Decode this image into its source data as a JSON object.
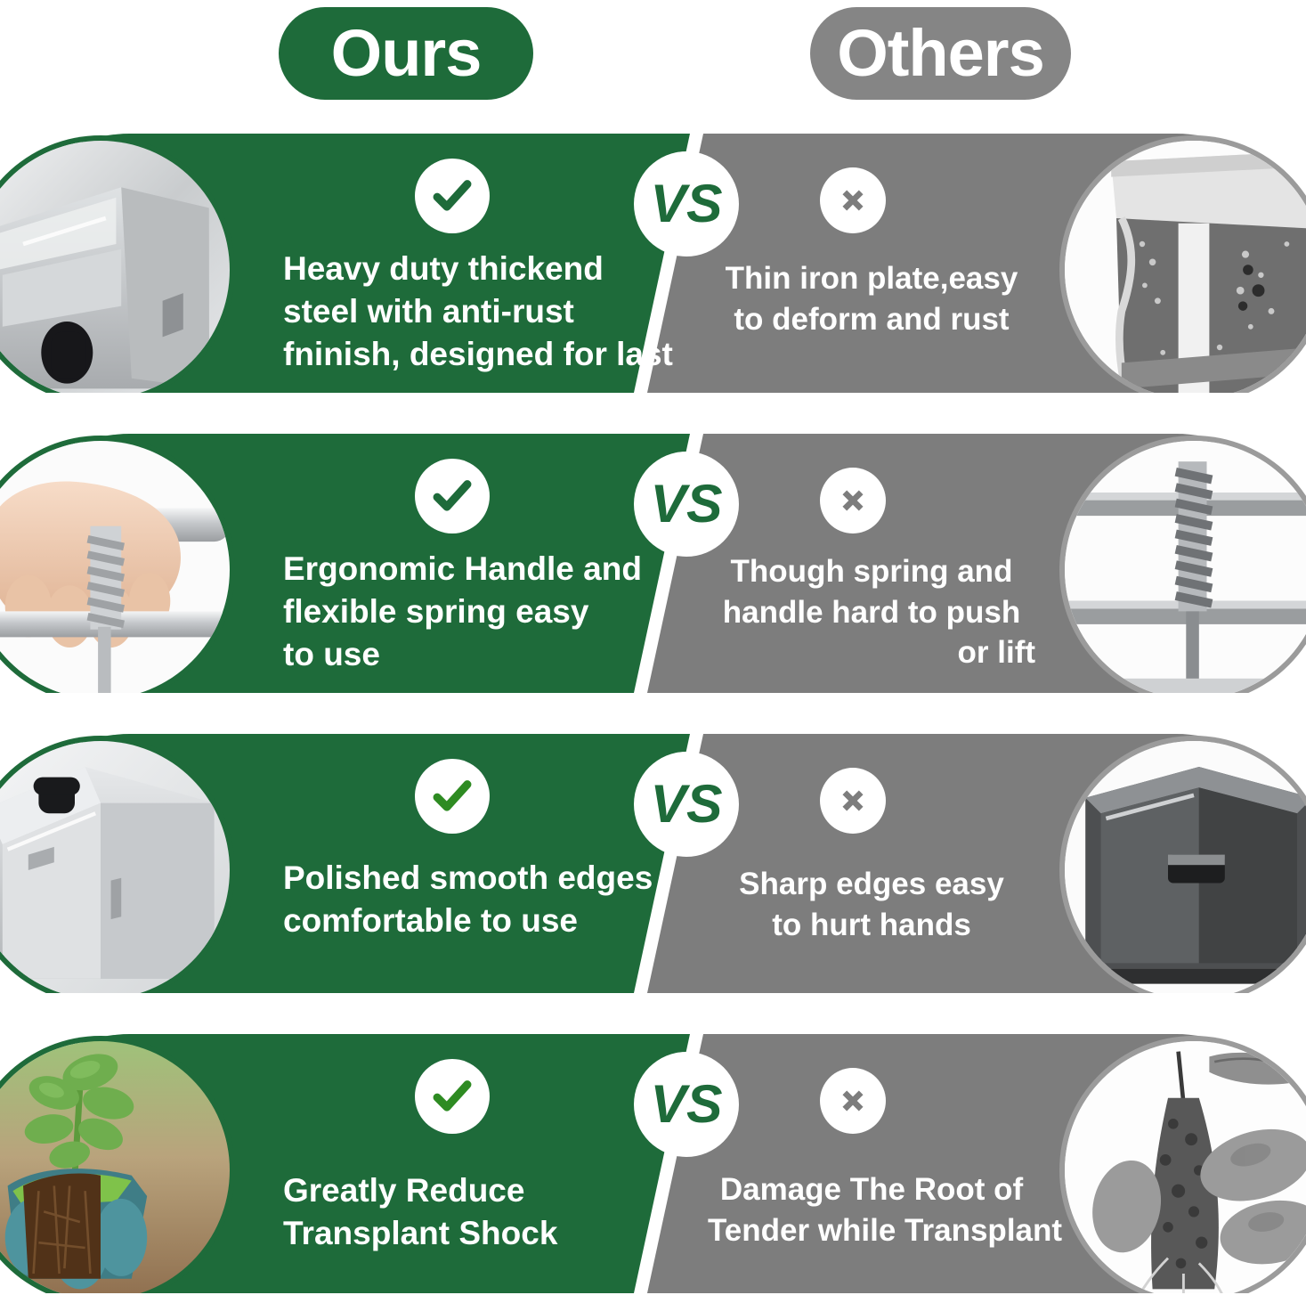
{
  "header": {
    "ours_label": "Ours",
    "others_label": "Others",
    "ours_color": "#1e6b3a",
    "others_color": "#858585"
  },
  "colors": {
    "green_panel": "#1e6b3a",
    "gray_panel": "#7d7d7d",
    "check_dark_green": "#1e6b3a",
    "check_bright_green": "#2e8b22",
    "x_gray": "#7d7d7d",
    "white": "#ffffff"
  },
  "vs_label": "VS",
  "rows": [
    {
      "ours": {
        "icon": "check-circle-icon",
        "check_color": "#1e6b3a",
        "lines": [
          "Heavy duty thickend",
          "steel with anti-rust",
          "fninish, designed for last"
        ],
        "image": "stainless-steel-corner-closeup"
      },
      "others": {
        "icon": "x-circle-icon",
        "lines": [
          "Thin iron plate,easy",
          "to deform and rust"
        ],
        "align": "center",
        "image": "rusty-thin-iron-plate"
      }
    },
    {
      "ours": {
        "icon": "check-circle-icon",
        "check_color": "#1e6b3a",
        "lines": [
          "Ergonomic Handle and",
          "flexible spring easy",
          "to use"
        ],
        "image": "hand-on-ergonomic-handle"
      },
      "others": {
        "icon": "x-circle-icon",
        "lines": [
          "Though spring and",
          "handle hard to push",
          "or lift"
        ],
        "align": "center-last-right",
        "image": "stiff-spring-handle"
      }
    },
    {
      "ours": {
        "icon": "check-circle-icon",
        "check_color": "#2e8b22",
        "lines": [
          "Polished smooth edges",
          "comfortable  to use"
        ],
        "image": "polished-smooth-edge-box"
      },
      "others": {
        "icon": "x-circle-icon",
        "lines": [
          "Sharp edges easy",
          "to hurt hands"
        ],
        "align": "center",
        "image": "sharp-edge-metal-box"
      }
    },
    {
      "ours": {
        "icon": "check-circle-icon",
        "check_color": "#2e8b22",
        "lines": [
          "Greatly Reduce",
          "Transplant Shock"
        ],
        "image": "gloved-hand-holding-seedling"
      },
      "others": {
        "icon": "x-circle-icon",
        "lines": [
          "Damage The Root of",
          "Tender while Transplant"
        ],
        "align": "center",
        "image": "damaged-bare-root-plant"
      }
    }
  ]
}
